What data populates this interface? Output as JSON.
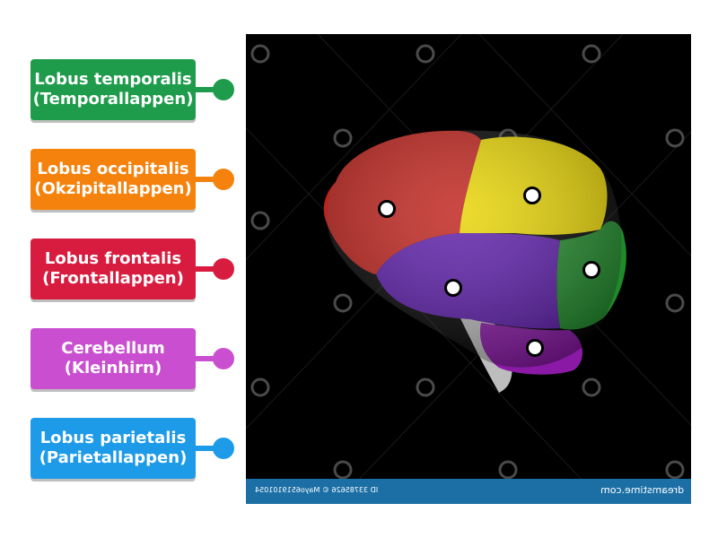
{
  "labels": [
    {
      "line1": "Lobus temporalis",
      "line2": "(Temporallappen)",
      "color": "#1e9c4b"
    },
    {
      "line1": "Lobus occipitalis",
      "line2": "(Okzipitallappen)",
      "color": "#f5820d"
    },
    {
      "line1": "Lobus frontalis",
      "line2": "(Frontallappen)",
      "color": "#d81c3f"
    },
    {
      "line1": "Cerebellum",
      "line2": "(Kleinhirn)",
      "color": "#c94fd0"
    },
    {
      "line1": "Lobus parietalis",
      "line2": "(Parietallappen)",
      "color": "#1d9be8"
    }
  ],
  "image": {
    "footer_id": "ID 33785626 © Mayo6519101054",
    "footer_brand": "dreamstime.com",
    "watermark": "dreamstime",
    "lobe_colors": {
      "frontal": "#c0201a",
      "parietal": "#e8d400",
      "occipital": "#1f8a2a",
      "temporal": "#5a1aa8",
      "cerebellum": "#8a1aa6",
      "brainstem": "#bdbdbd"
    }
  }
}
